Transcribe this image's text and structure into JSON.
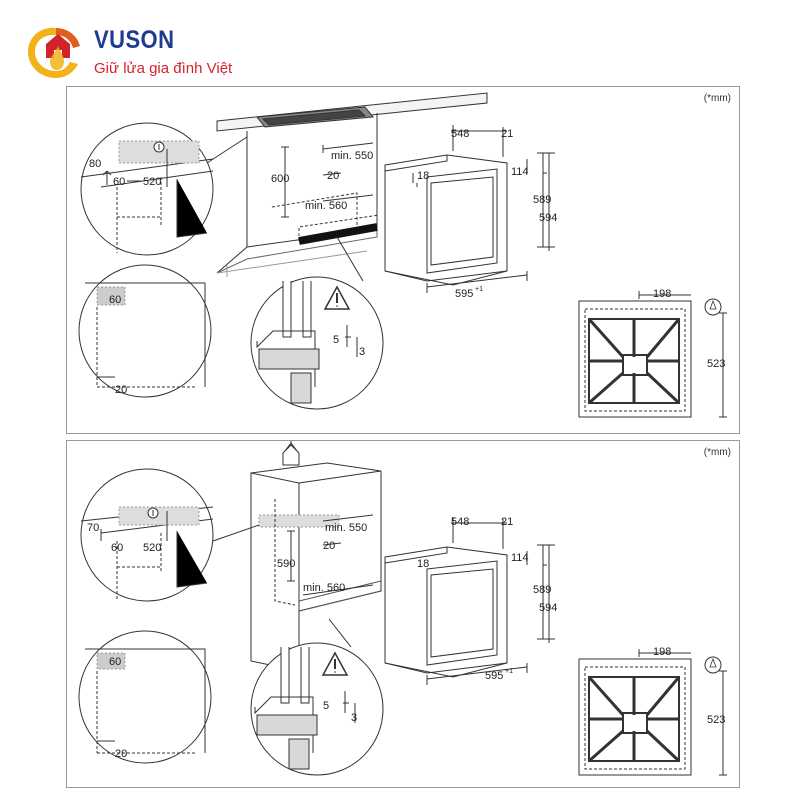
{
  "header": {
    "brand": "VUSON",
    "tagline": "Giữ lửa gia đình Việt",
    "logo_icon": "house-flame-logo-icon",
    "brand_color": "#1f3a93",
    "accent_color": "#d2232a"
  },
  "panels": [
    {
      "unit": "(*mm)",
      "dims": {
        "cut_80": "80",
        "cut_60": "60",
        "cut_520": "520",
        "height_600": "600",
        "min_550": "min. 550",
        "gap_20": "20",
        "min_560": "min. 560",
        "top_18": "18",
        "depth_548": "548",
        "front_21": "21",
        "h_114": "114",
        "h_589": "589",
        "h_594": "594",
        "width_595": "595",
        "width_595_sup": "+1",
        "side_60": "60",
        "side_20": "20",
        "gap_5": "5",
        "gap_3": "3",
        "plug_198": "198",
        "plug_523": "523"
      }
    },
    {
      "unit": "(*mm)",
      "dims": {
        "cut_70": "70",
        "cut_60": "60",
        "cut_520": "520",
        "height_590": "590",
        "min_550": "min. 550",
        "gap_20": "20",
        "min_560": "min. 560",
        "top_18": "18",
        "depth_548": "548",
        "front_21": "21",
        "h_114": "114",
        "h_589": "589",
        "h_594": "594",
        "width_595": "595",
        "width_595_sup": "+1",
        "side_60": "60",
        "side_20": "20",
        "gap_5": "5",
        "gap_3": "3",
        "plug_198": "198",
        "plug_523": "523"
      }
    }
  ]
}
